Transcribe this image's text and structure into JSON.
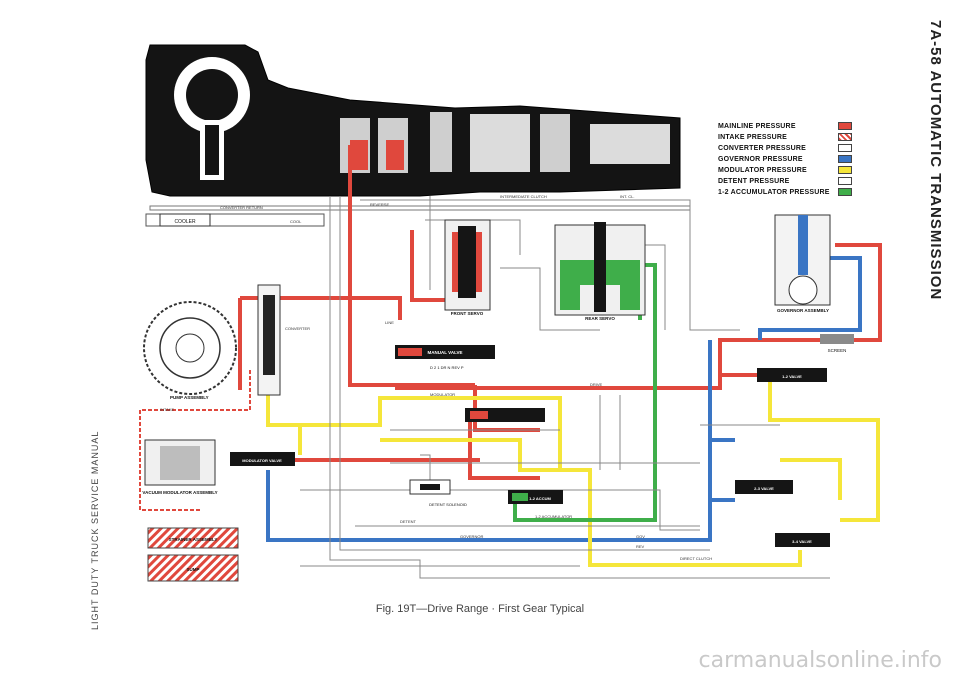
{
  "page_title": "7A-58 AUTOMATIC TRANSMISSION",
  "side_footer": "LIGHT DUTY TRUCK SERVICE MANUAL",
  "caption": "Fig. 19T—Drive Range · First Gear Typical",
  "watermark": "carmanualsonline.info",
  "legend": [
    {
      "label": "MAINLINE PRESSURE",
      "color": "#e0483d",
      "pattern": "solid"
    },
    {
      "label": "INTAKE PRESSURE",
      "color": "#e0483d",
      "pattern": "hatch"
    },
    {
      "label": "CONVERTER PRESSURE",
      "color": "#ffffff",
      "pattern": "solid"
    },
    {
      "label": "GOVERNOR PRESSURE",
      "color": "#3a75c4",
      "pattern": "solid"
    },
    {
      "label": "MODULATOR PRESSURE",
      "color": "#f5e63a",
      "pattern": "solid"
    },
    {
      "label": "DETENT PRESSURE",
      "color": "#ffffff",
      "pattern": "solid"
    },
    {
      "label": "1-2 ACCUMULATOR PRESSURE",
      "color": "#3fae4a",
      "pattern": "solid"
    }
  ],
  "components": {
    "cooler": "COOLER",
    "pump": "PUMP ASSEMBLY",
    "front_servo": "FRONT SERVO",
    "rear_servo": "REAR SERVO",
    "governor": "GOVERNOR ASSEMBLY",
    "screen": "SCREEN",
    "manual_valve": "MANUAL VALVE",
    "vacuum_modulator": "VACUUM MODULATOR ASSEMBLY",
    "detent_solenoid": "DETENT SOLENOID",
    "modulator_valve": "MODULATOR VALVE",
    "valve_12": "1-2 VALVE",
    "valve_23": "2-3 VALVE",
    "valve_34": "3-4 VALVE",
    "accumulator_12": "1-2 ACCUM",
    "strainer": "STRAINER ASSEMBLY",
    "sump": "SUMP"
  },
  "passages": {
    "converter_return": "CONVERTER RETURN",
    "cool": "COOL",
    "reverse": "REVERSE",
    "intermediate_clutch": "INTERMEDIATE CLUTCH",
    "int_cl": "INT. CL.",
    "direct_clutch": "DIRECT CLUTCH",
    "line": "LINE",
    "converter": "CONVERTER",
    "intake": "INTAKE",
    "modulator": "MODULATOR",
    "detent": "DETENT",
    "drive": "DRIVE",
    "governor": "GOVERNOR",
    "accumulator_12": "1-2 ACCUMULATOR",
    "gov": "GOV",
    "rev": "REV"
  },
  "selector_positions": "D   2   1   DR   N   REV   P"
}
